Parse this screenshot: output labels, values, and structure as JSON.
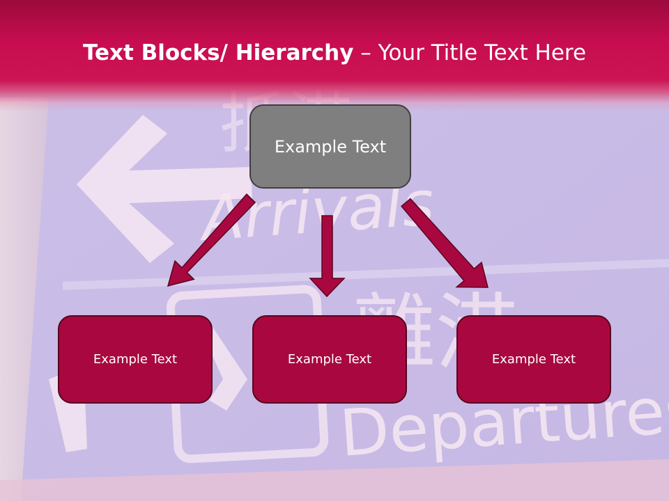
{
  "slide": {
    "title_bold": "Text Blocks/ Hierarchy",
    "title_dash": " – ",
    "title_rest": "Your Title Text Here"
  },
  "background": {
    "sign_text_arrivals": "Arrivals",
    "sign_text_departures": "Departures",
    "sign_chars_top": "抵港",
    "sign_chars_bottom": "離港"
  },
  "hierarchy": {
    "root": {
      "label": "Example Text"
    },
    "children": [
      {
        "label": "Example Text"
      },
      {
        "label": "Example Text"
      },
      {
        "label": "Example Text"
      }
    ]
  },
  "colors": {
    "title_band": "#c70d4f",
    "root_fill": "#7f7f7f",
    "child_fill": "#a8083f",
    "arrow_fill": "#a8083f",
    "sign_background": "#c9bde6"
  }
}
